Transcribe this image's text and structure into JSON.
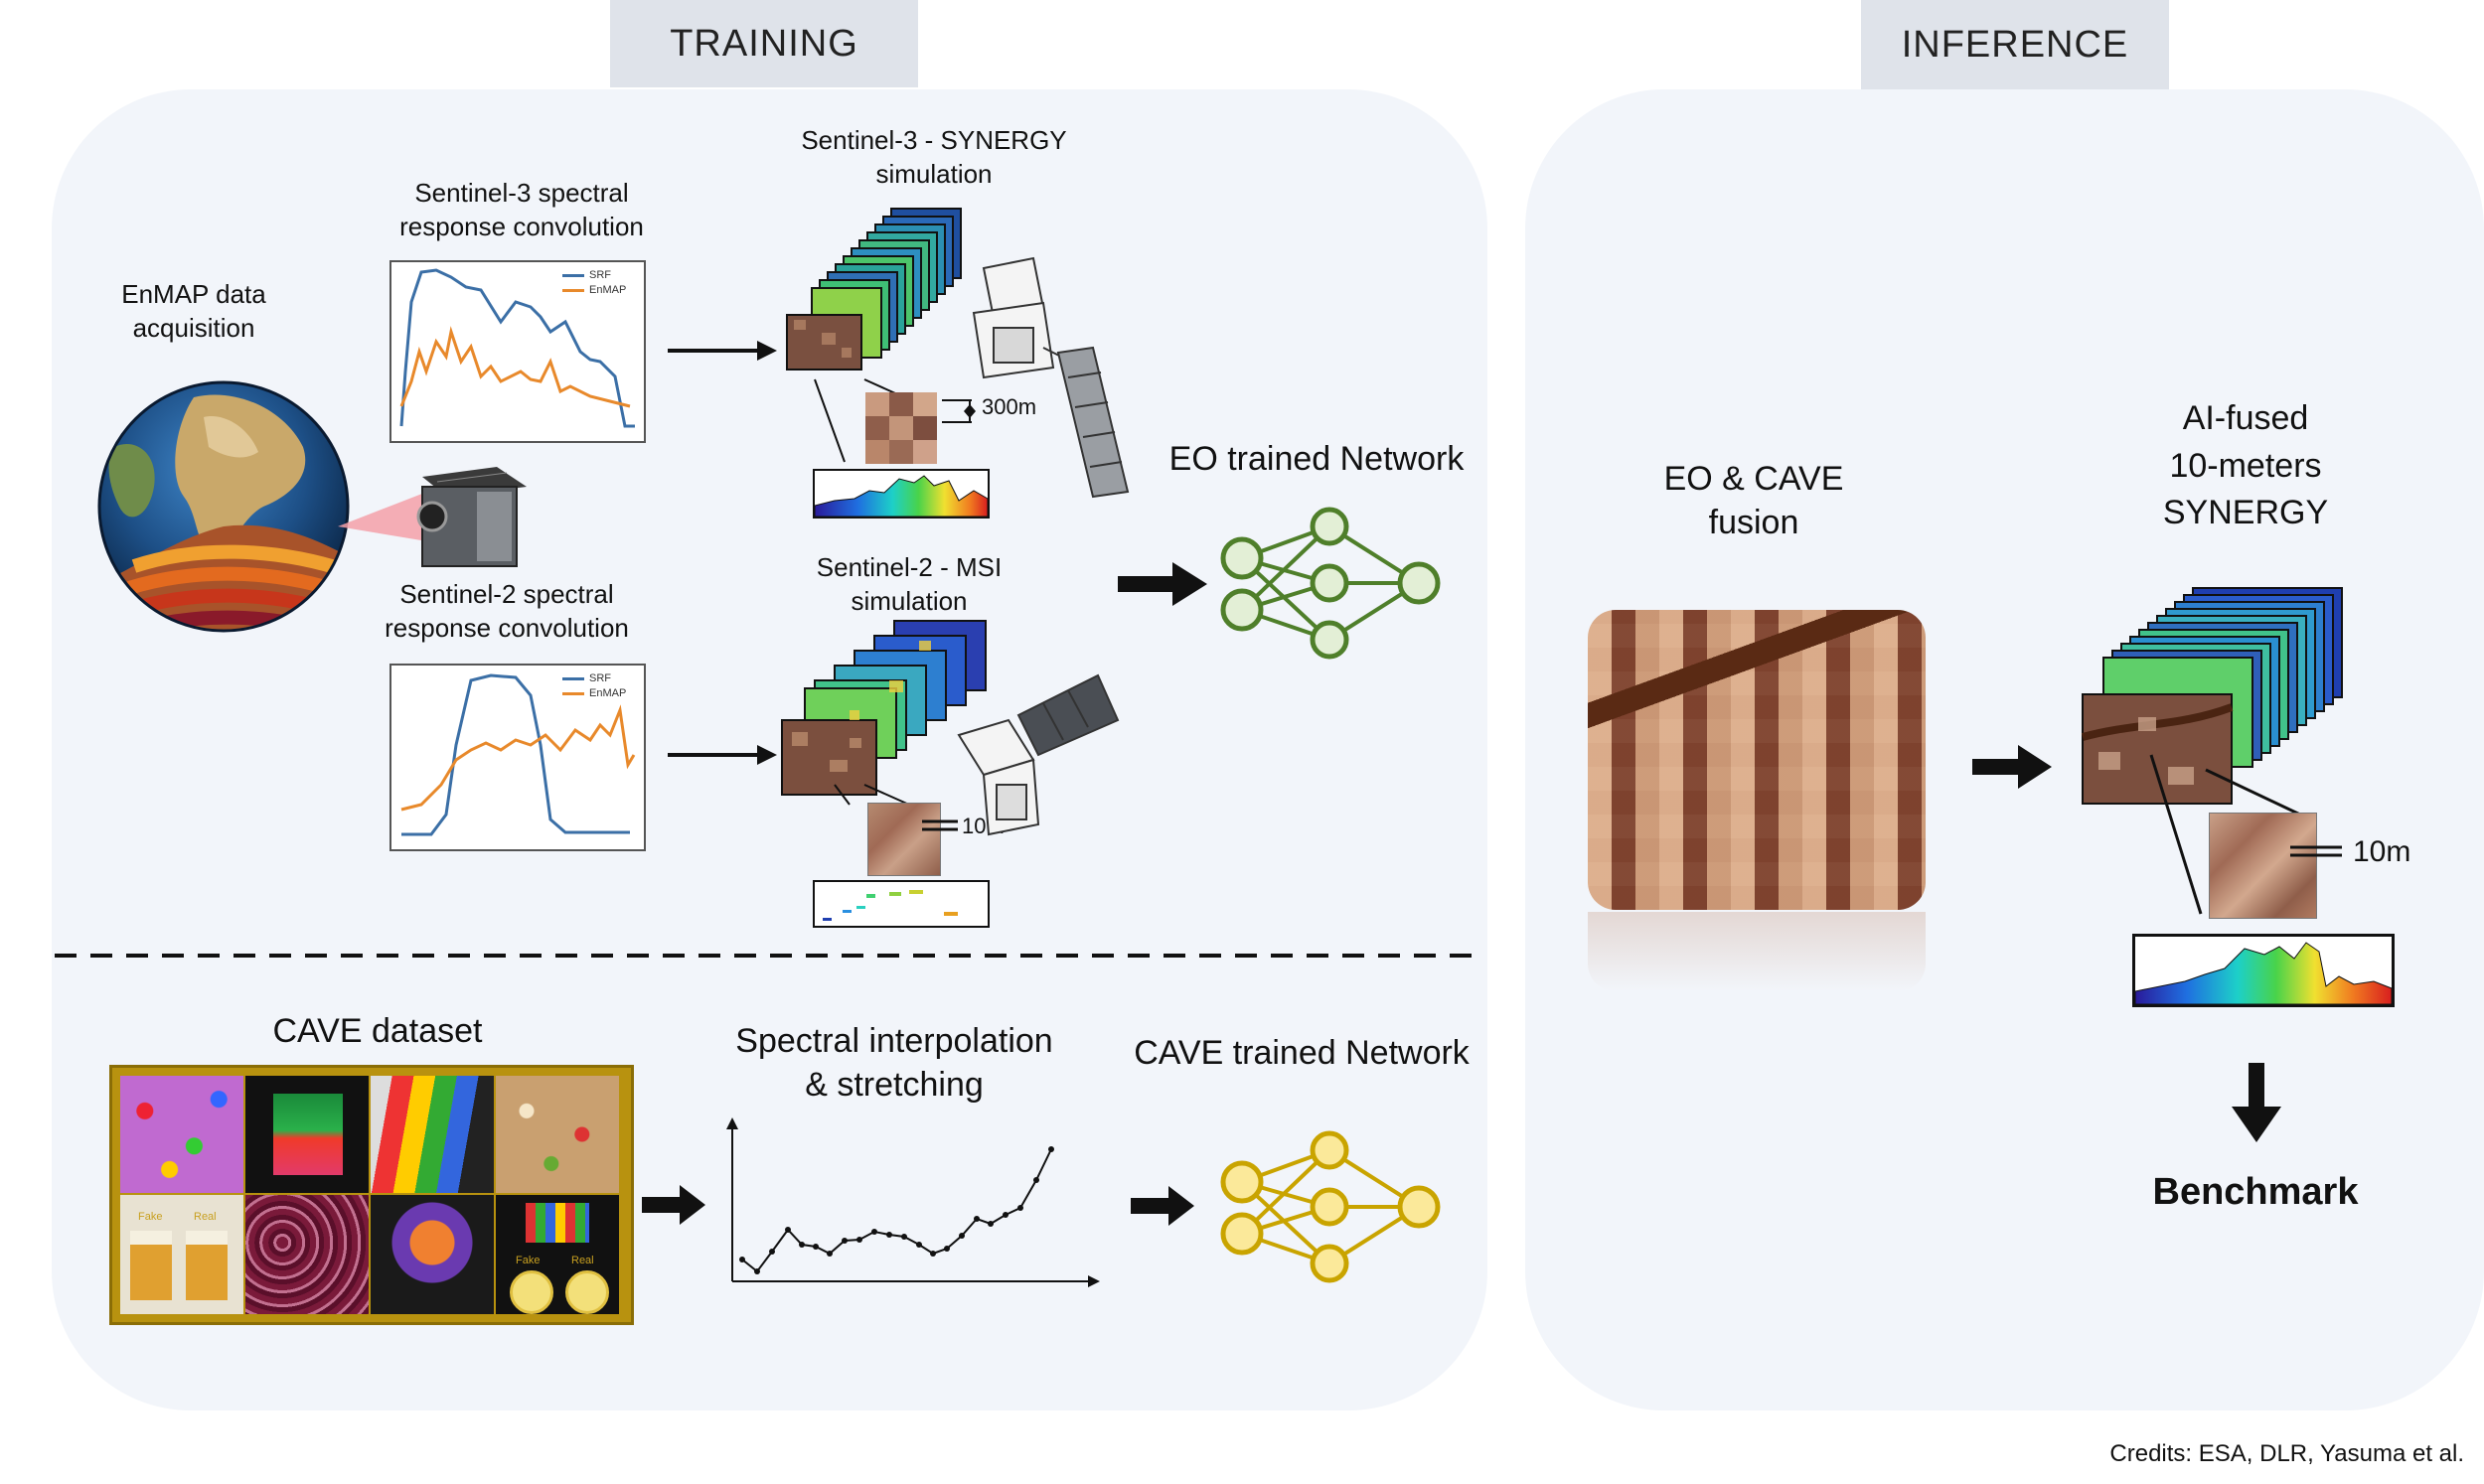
{
  "training": {
    "header": "TRAINING",
    "enmap_label": [
      "EnMAP data",
      "acquisition"
    ],
    "s3_conv_label": [
      "Sentinel-3 spectral",
      "response convolution"
    ],
    "s2_conv_label": [
      "Sentinel-2 spectral",
      "response convolution"
    ],
    "s3_sim_label": [
      "Sentinel-3  - SYNERGY",
      "simulation"
    ],
    "s2_sim_label": [
      "Sentinel-2 - MSI",
      "simulation"
    ],
    "s3_resolution": "300m",
    "s2_resolution": "10m",
    "eo_network_label": "EO trained Network",
    "cave_dataset_label": "CAVE dataset",
    "interp_label": [
      "Spectral interpolation",
      "& stretching"
    ],
    "cave_network_label": "CAVE trained Network",
    "cave_tiles": [
      "Fake",
      "Real",
      "Fake",
      "Real"
    ],
    "chart_legend": [
      "SRF",
      "EnMAP"
    ]
  },
  "inference": {
    "header": "INFERENCE",
    "fusion_label": [
      "EO & CAVE",
      "fusion"
    ],
    "output_label": [
      "AI-fused",
      "10-meters",
      "SYNERGY"
    ],
    "resolution": "10m",
    "benchmark_label": "Benchmark"
  },
  "credits": "Credits: ESA, DLR, Yasuma et al.",
  "colors": {
    "panel": "#f2f5fa",
    "tab": "#dfe3ea",
    "eo_network": "#4f7f2a",
    "eo_node_fill": "#e3efd6",
    "cave_network": "#c9a400",
    "cave_node_fill": "#fbe99a",
    "srf_line": "#3b6fa6",
    "enmap_line": "#e8892b",
    "cave_frame": "#b8920f"
  },
  "icons": [
    "earth-icon",
    "enmap-satellite-icon",
    "sentinel3-satellite-icon",
    "sentinel2-satellite-icon",
    "neural-network-icon",
    "arrow-right-icon",
    "arrow-down-icon"
  ]
}
